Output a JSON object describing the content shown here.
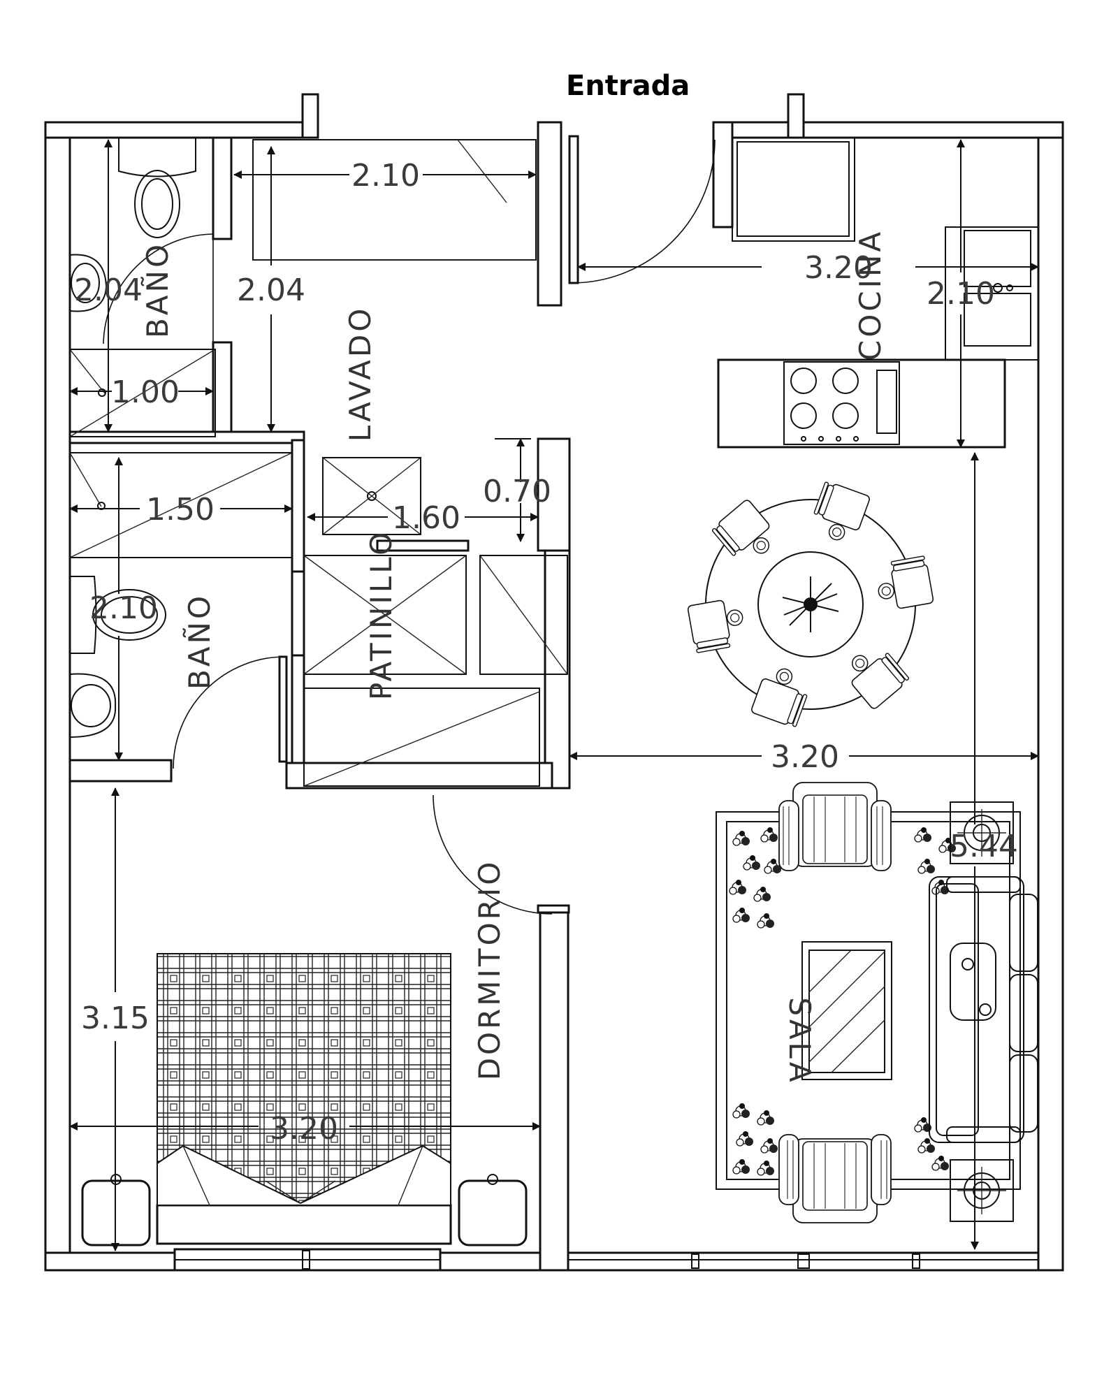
{
  "title": "Entrada",
  "rooms": {
    "bano_top": "BAÑO",
    "lavado": "LAVADO",
    "cocina": "COCINA",
    "patinillo": "PATINILLO",
    "bano_mid": "BAÑO",
    "dormitorio": "DORMITORIO",
    "sala": "SALA"
  },
  "dimensions": {
    "lavado_width": "2.10",
    "bano_top_height": "2.04",
    "lavado_height": "2.04",
    "shower_top_width": "1.00",
    "entrance_width": "3.20",
    "kitchen_height": "2.10",
    "patinillo_depth": "0.70",
    "patinillo_width": "1.60",
    "bano_mid_width": "1.50",
    "bano_mid_height": "2.10",
    "living_width": "3.20",
    "living_height": "5.44",
    "dorm_height": "3.15",
    "dorm_width": "3.20"
  }
}
